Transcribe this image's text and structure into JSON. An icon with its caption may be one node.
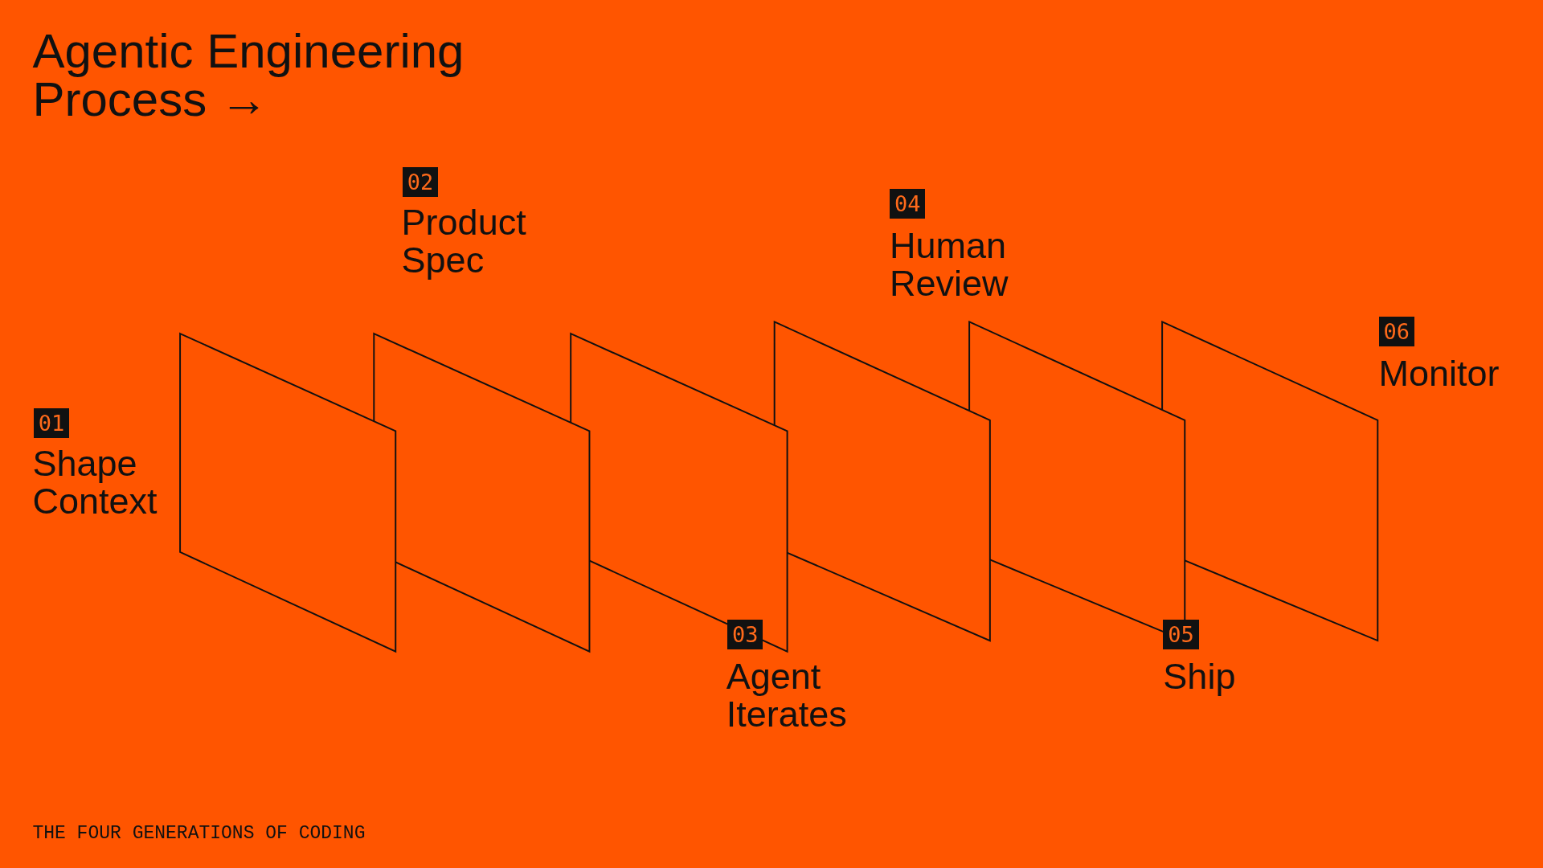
{
  "diagram": {
    "title": "Agentic Engineering Process →",
    "labels": [
      "01",
      "Shape Context",
      "02",
      "Product Spec",
      "03",
      "Agent Iterates",
      "04",
      "Human Review",
      "05",
      "Ship",
      "06",
      "Monitor",
      "THE FOUR GENERATIONS OF CODING"
    ]
  }
}
